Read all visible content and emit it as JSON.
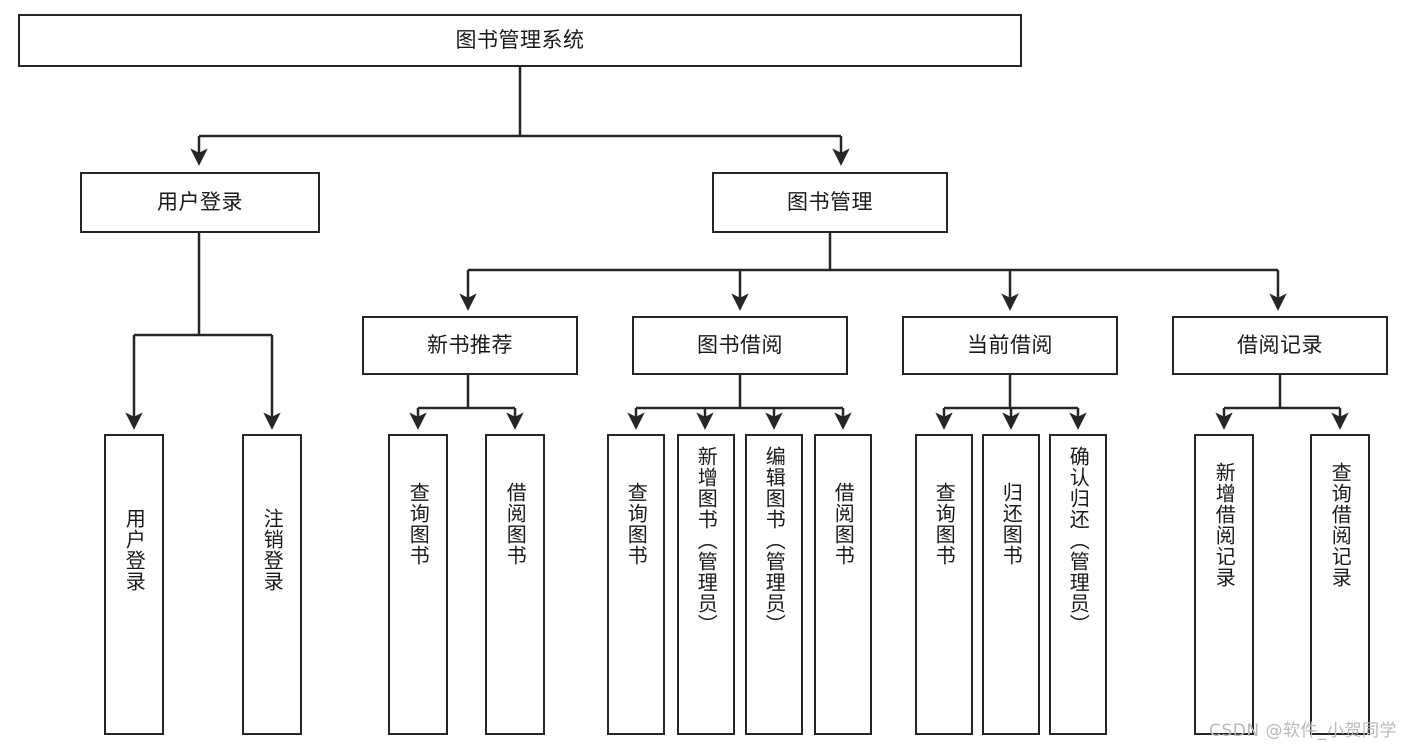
{
  "diagram": {
    "title": "图书管理系统",
    "type": "tree",
    "watermark": "CSDN @软件_小贺同学",
    "colors": {
      "box_border": "#262626",
      "box_fill": "#ffffff",
      "text": "#1a1a1a",
      "connector": "#262626",
      "watermark": "#b9b9b9",
      "background": "#ffffff"
    },
    "levels": {
      "root": "图书管理系统",
      "level2": [
        "用户登录",
        "图书管理"
      ],
      "level3": [
        "新书推荐",
        "图书借阅",
        "当前借阅",
        "借阅记录"
      ]
    },
    "nodes": {
      "root": {
        "label": "图书管理系统"
      },
      "user_login": {
        "label": "用户登录"
      },
      "book_mgmt": {
        "label": "图书管理"
      },
      "new_book_rec": {
        "label": "新书推荐"
      },
      "book_borrow": {
        "label": "图书借阅"
      },
      "current_borrow": {
        "label": "当前借阅"
      },
      "borrow_record": {
        "label": "借阅记录"
      },
      "leaf_user_login": {
        "label": "用户登录"
      },
      "leaf_logout": {
        "label": "注销登录"
      },
      "leaf_query_book_1": {
        "label": "查询图书"
      },
      "leaf_borrow_book_1": {
        "label": "借阅图书"
      },
      "leaf_query_book_2": {
        "label": "查询图书"
      },
      "leaf_add_book": {
        "label": "新增图书（管理员）"
      },
      "leaf_edit_book": {
        "label": "编辑图书（管理员）"
      },
      "leaf_borrow_book_2": {
        "label": "借阅图书"
      },
      "leaf_query_book_3": {
        "label": "查询图书"
      },
      "leaf_return_book": {
        "label": "归还图书"
      },
      "leaf_confirm_return": {
        "label": "确认归还（管理员）"
      },
      "leaf_add_record": {
        "label": "新增借阅记录"
      },
      "leaf_query_record": {
        "label": "查询借阅记录"
      }
    },
    "edges": [
      {
        "from": "root",
        "to": "user_login"
      },
      {
        "from": "root",
        "to": "book_mgmt"
      },
      {
        "from": "user_login",
        "to": "leaf_user_login"
      },
      {
        "from": "user_login",
        "to": "leaf_logout"
      },
      {
        "from": "book_mgmt",
        "to": "new_book_rec"
      },
      {
        "from": "book_mgmt",
        "to": "book_borrow"
      },
      {
        "from": "book_mgmt",
        "to": "current_borrow"
      },
      {
        "from": "book_mgmt",
        "to": "borrow_record"
      },
      {
        "from": "new_book_rec",
        "to": "leaf_query_book_1"
      },
      {
        "from": "new_book_rec",
        "to": "leaf_borrow_book_1"
      },
      {
        "from": "book_borrow",
        "to": "leaf_query_book_2"
      },
      {
        "from": "book_borrow",
        "to": "leaf_add_book"
      },
      {
        "from": "book_borrow",
        "to": "leaf_edit_book"
      },
      {
        "from": "book_borrow",
        "to": "leaf_borrow_book_2"
      },
      {
        "from": "current_borrow",
        "to": "leaf_query_book_3"
      },
      {
        "from": "current_borrow",
        "to": "leaf_return_book"
      },
      {
        "from": "current_borrow",
        "to": "leaf_confirm_return"
      },
      {
        "from": "borrow_record",
        "to": "leaf_add_record"
      },
      {
        "from": "borrow_record",
        "to": "leaf_query_record"
      }
    ]
  }
}
